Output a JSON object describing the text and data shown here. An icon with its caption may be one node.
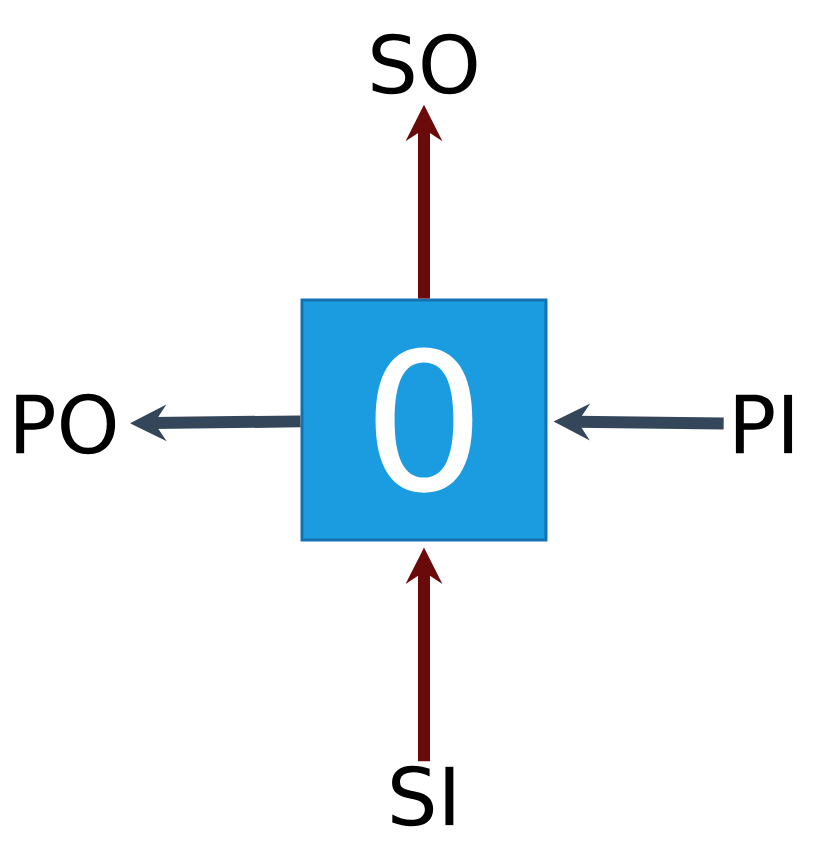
{
  "diagram": {
    "nodes": [
      {
        "text": [
          "SO"
        ]
      },
      {
        "text": [
          "PO"
        ]
      },
      {
        "text": [
          "0"
        ]
      },
      {
        "text": [
          "PI"
        ]
      },
      {
        "text": [
          "SI"
        ]
      }
    ],
    "edges": [
      {
        "from": 2,
        "to": 0,
        "arrow": "to",
        "color": "#6b0a0a"
      },
      {
        "from": 2,
        "to": 1,
        "arrow": "to",
        "color": "#34475a"
      },
      {
        "from": 3,
        "to": 2,
        "arrow": "to",
        "color": "#34475a"
      },
      {
        "from": 4,
        "to": 2,
        "arrow": "to",
        "color": "#6b0a0a"
      }
    ]
  }
}
